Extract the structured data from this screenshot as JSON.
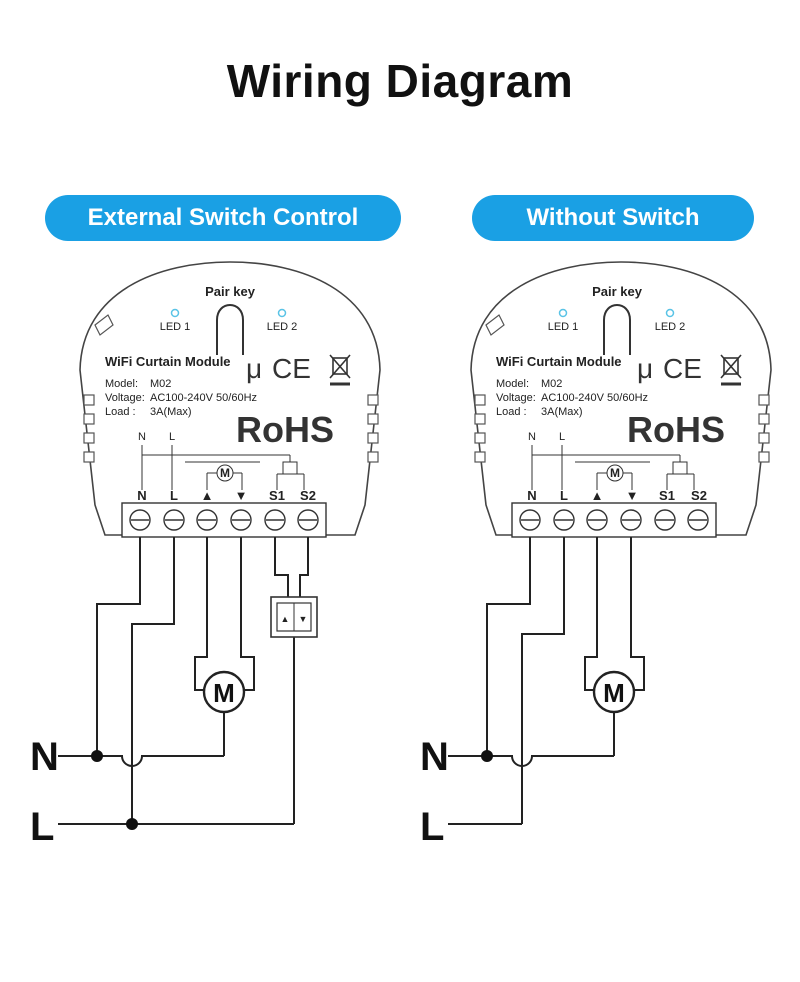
{
  "title": "Wiring Diagram",
  "panels": [
    {
      "heading": "External Switch Control",
      "module": {
        "pair_key": "Pair key",
        "led1": "LED 1",
        "led2": "LED 2",
        "name": "WiFi Curtain Module",
        "model_label": "Model:",
        "model_value": "M02",
        "voltage_label": "Voltage:",
        "voltage_value": "AC100-240V  50/60Hz",
        "load_label": "Load :",
        "load_value": "3A(Max)",
        "cert_mu": "μ",
        "cert_ce": "CE",
        "rohs": "RoHS",
        "small_n": "N",
        "small_l": "L",
        "terminals": [
          "N",
          "L",
          "▲",
          "▼",
          "S1",
          "S2"
        ]
      },
      "motor_label": "M",
      "line_n": "N",
      "line_l": "L",
      "switch_symbols": [
        "▲",
        "▼"
      ]
    },
    {
      "heading": "Without Switch",
      "module": {
        "pair_key": "Pair key",
        "led1": "LED 1",
        "led2": "LED 2",
        "name": "WiFi Curtain Module",
        "model_label": "Model:",
        "model_value": "M02",
        "voltage_label": "Voltage:",
        "voltage_value": "AC100-240V  50/60Hz",
        "load_label": "Load :",
        "load_value": "3A(Max)",
        "cert_mu": "μ",
        "cert_ce": "CE",
        "rohs": "RoHS",
        "small_n": "N",
        "small_l": "L",
        "terminals": [
          "N",
          "L",
          "▲",
          "▼",
          "S1",
          "S2"
        ]
      },
      "motor_label": "M",
      "line_n": "N",
      "line_l": "L"
    }
  ],
  "colors": {
    "accent": "#1aa0e4",
    "line": "#222222",
    "led": "#59c3e6"
  }
}
